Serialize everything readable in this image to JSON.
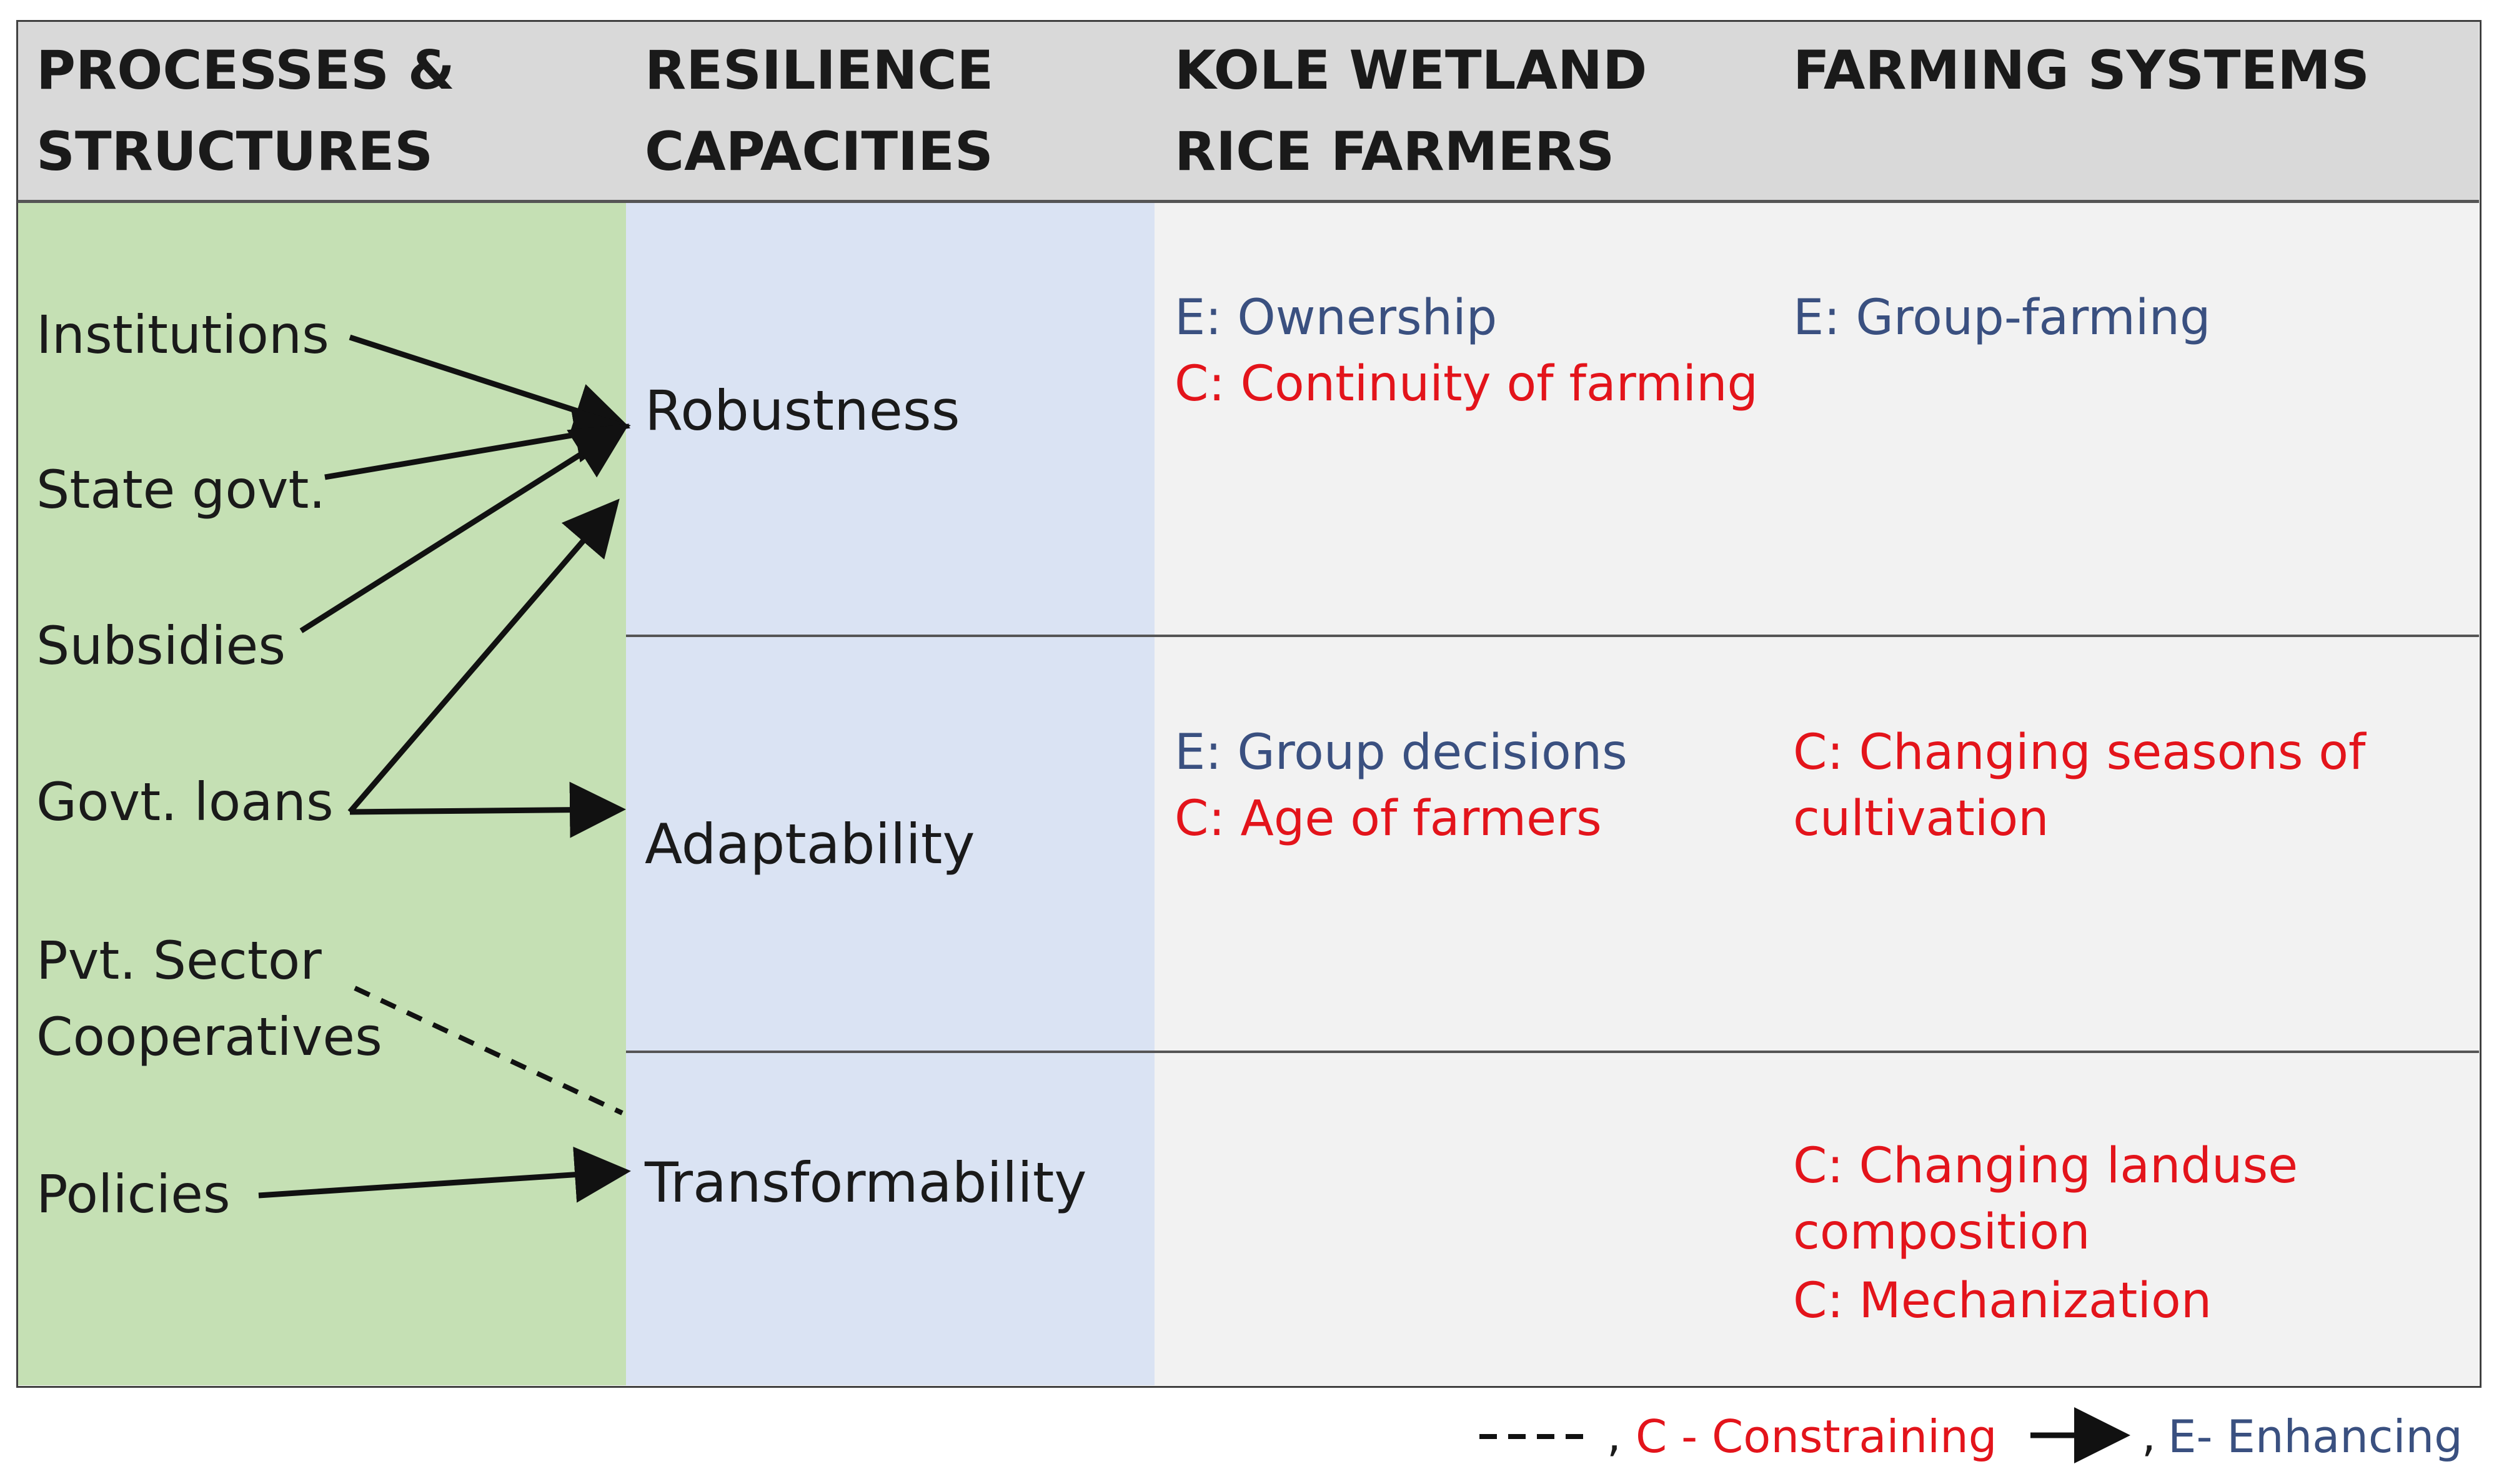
{
  "headers": {
    "processes": "PROCESSES &\nSTRUCTURES",
    "capacities": "RESILIENCE\nCAPACITIES",
    "farmers": "KOLE WETLAND\nRICE FARMERS",
    "farming": "FARMING SYSTEMS"
  },
  "processes": {
    "institutions": "Institutions",
    "state_govt": "State govt.",
    "subsidies": "Subsidies",
    "govt_loans": "Govt. loans",
    "pvt_sector": "Pvt. Sector",
    "cooperatives": "Cooperatives",
    "policies": "Policies"
  },
  "capacities": {
    "robustness": "Robustness",
    "adaptability": "Adaptability",
    "transformability": "Transformability"
  },
  "farmers": {
    "robustness": [
      "E: Ownership",
      "C: Continuity of farming"
    ],
    "adaptability": [
      "E: Group decisions",
      "C: Age of farmers"
    ]
  },
  "farming": {
    "robustness": [
      "E: Group-farming"
    ],
    "adaptability": [
      "C: Changing seasons of",
      "cultivation"
    ],
    "transformability": [
      "C: Changing landuse",
      "composition",
      "C: Mechanization"
    ]
  },
  "legend": {
    "dashed_sep": ",",
    "constraining": "C - Constraining",
    "solid_sep": ",",
    "enhancing": "E- Enhancing"
  },
  "colors": {
    "header_bg": "#d9d9d9",
    "processes_bg": "#c5e0b4",
    "capacities_bg": "#dae3f3",
    "content_bg": "#f2f2f2",
    "enhancing": "#3a5080",
    "constraining": "#e3141b"
  },
  "icons": {
    "dashed_line": "dashed-line-icon",
    "arrow": "arrow-icon"
  }
}
